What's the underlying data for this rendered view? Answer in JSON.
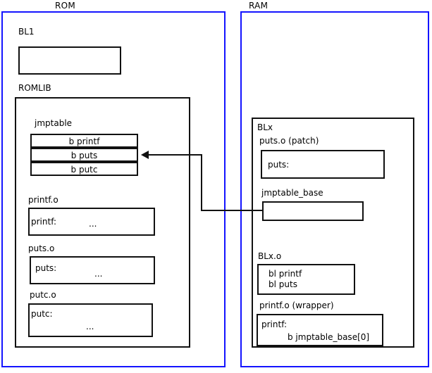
{
  "diagram": {
    "title": "ROM/RAM jump table patching diagram",
    "accent_color": "#1414ff",
    "line_color": "#111111",
    "background": "#ffffff"
  },
  "rom": {
    "label": "ROM",
    "bl1": {
      "label": "BL1",
      "body": ""
    },
    "romlib": {
      "label": "ROMLIB",
      "jmptable": {
        "label": "jmptable",
        "rows": [
          {
            "text": "b printf"
          },
          {
            "text": "b puts"
          },
          {
            "text": "b putc"
          }
        ]
      },
      "objects": [
        {
          "label": "printf.o",
          "symbol": "printf:",
          "ellipsis": "..."
        },
        {
          "label": "puts.o",
          "symbol": "puts:",
          "ellipsis": "..."
        },
        {
          "label": "putc.o",
          "symbol": "putc:",
          "ellipsis": "..."
        }
      ]
    }
  },
  "ram": {
    "label": "RAM",
    "blx": {
      "label": "BLx",
      "puts_patch": {
        "label": "puts.o (patch)",
        "symbol": "puts:"
      },
      "jmptable_base": {
        "label": "jmptable_base",
        "body": ""
      },
      "blx_o": {
        "label": "BLx.o",
        "line1": "bl printf",
        "line2": "bl puts"
      },
      "printf_wrapper": {
        "label": "printf.o (wrapper)",
        "symbol": "printf:",
        "branch": "b jmptable_base[0]"
      }
    }
  },
  "connector": {
    "name": "jmptable-base-to-b-puts-arrow",
    "from": "jmptable_base",
    "to": "b puts"
  }
}
